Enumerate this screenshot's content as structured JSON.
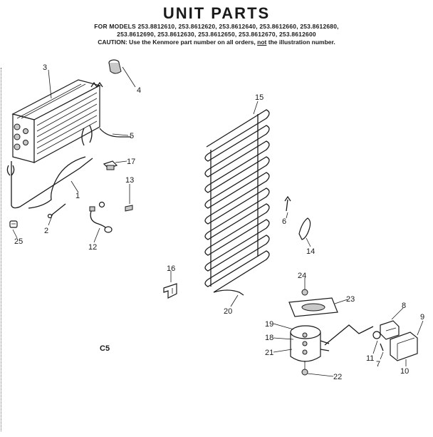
{
  "header": {
    "title": "UNIT PARTS",
    "models_line1": "FOR MODELS 253.8812610, 253.8612620, 253.8612640, 253.8612660, 253.8612680,",
    "models_line2": "253.8612690, 253.8612630, 253.8612650, 253.8612670, 253.8612600",
    "caution_prefix": "CAUTION: Use the Kenmore part number on all orders,",
    "caution_emph": "not",
    "caution_suffix": "the illustration number."
  },
  "callouts": {
    "p1": "1",
    "p2": "2",
    "p3": "3",
    "p4": "4",
    "p5": "5",
    "p6": "6",
    "p7": "7",
    "p8": "8",
    "p9": "9",
    "p10": "10",
    "p11": "11",
    "p12": "12",
    "p13": "13",
    "p14": "14",
    "p15": "15",
    "p16": "16",
    "p17": "17",
    "p18": "18",
    "p19": "19",
    "p20": "20",
    "p21": "21",
    "p22": "22",
    "p23": "23",
    "p24": "24",
    "p25": "25"
  },
  "figure_code": "C5"
}
